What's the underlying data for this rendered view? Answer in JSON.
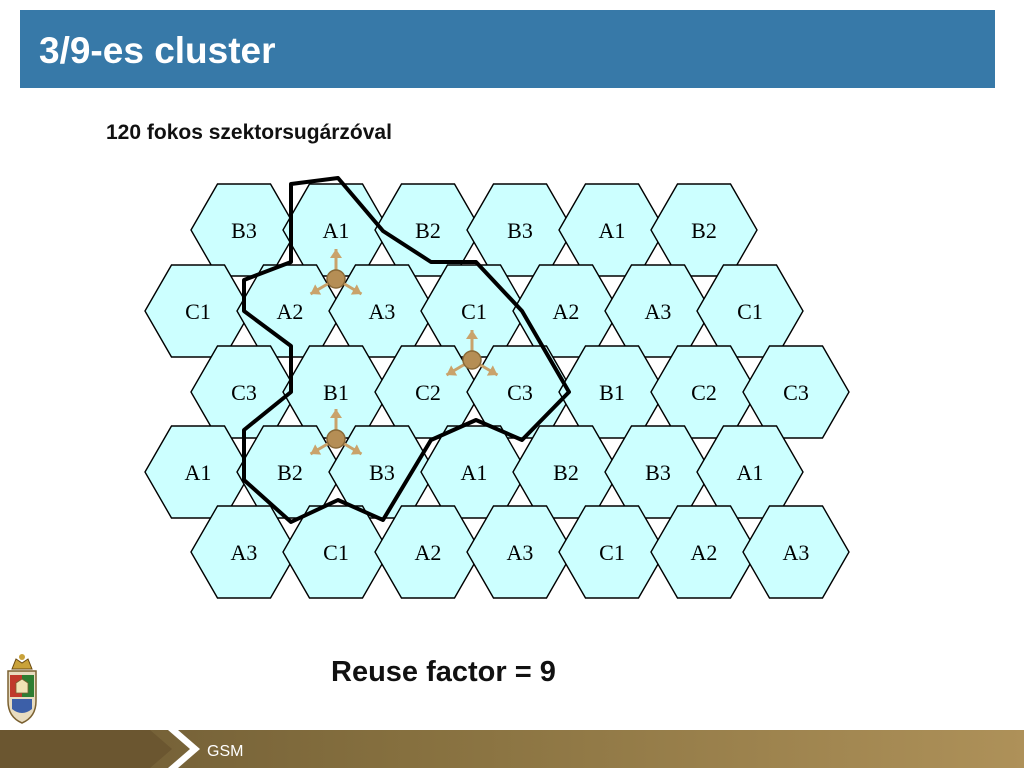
{
  "slide": {
    "title": "3/9-es cluster",
    "subtitle": "120 fokos szektorsugárzóval",
    "reuse_text": "Reuse factor = 9",
    "footer_text": "GSM"
  },
  "colors": {
    "title_bar": "#3779a8",
    "cell_fill": "#ccffff",
    "antenna": "#c9a36b",
    "footer": "#86703f"
  },
  "hex_grid": {
    "rows": [
      [
        "B3",
        "A1",
        "B2",
        "B3",
        "A1",
        "B2"
      ],
      [
        "C1",
        "A2",
        "A3",
        "C1",
        "A2",
        "A3",
        "C1"
      ],
      [
        "C3",
        "B1",
        "C2",
        "C3",
        "B1",
        "C2",
        "C3"
      ],
      [
        "A1",
        "B2",
        "B3",
        "A1",
        "B2",
        "B3",
        "A1"
      ],
      [
        "A3",
        "C1",
        "A2",
        "A3",
        "C1",
        "A2",
        "A3"
      ]
    ],
    "highlighted_cluster": [
      "A1",
      "A2",
      "A3",
      "B1",
      "B2",
      "B3",
      "C1",
      "C2",
      "C3"
    ],
    "sector_sites": 3,
    "sectors_per_site": 3
  }
}
